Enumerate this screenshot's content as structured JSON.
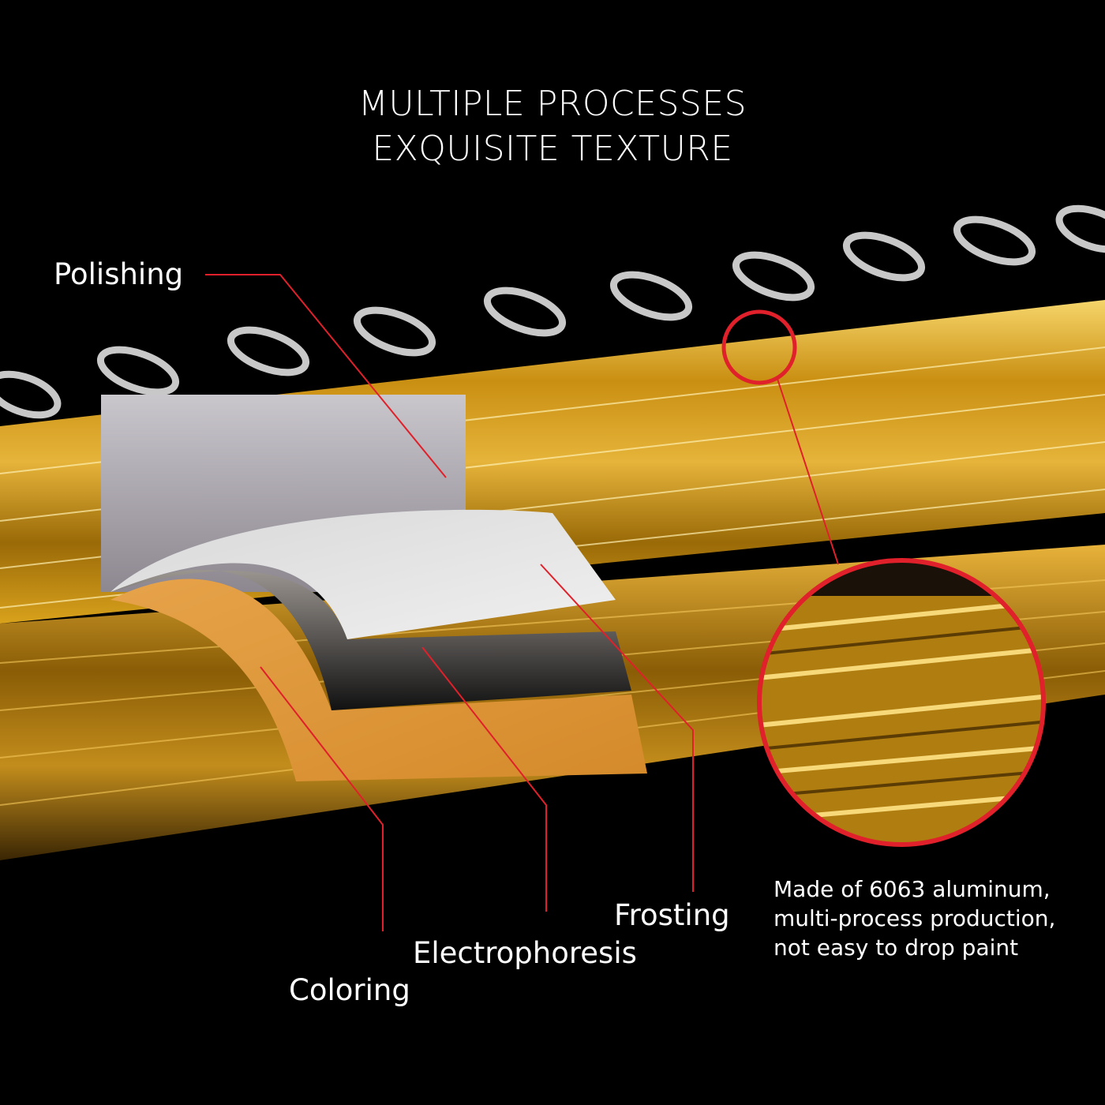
{
  "title": {
    "line1": "MULTIPLE PROCESSES",
    "line2": "EXQUISITE TEXTURE"
  },
  "labels": {
    "polishing": "Polishing",
    "frosting": "Frosting",
    "electrophoresis": "Electrophoresis",
    "coloring": "Coloring"
  },
  "note": {
    "line1": "Made of 6063 aluminum,",
    "line2": "multi-process production,",
    "line3": "not easy to drop paint"
  },
  "colors": {
    "accent": "#e0202a",
    "gold": "#d9a21c",
    "background": "#000000"
  }
}
